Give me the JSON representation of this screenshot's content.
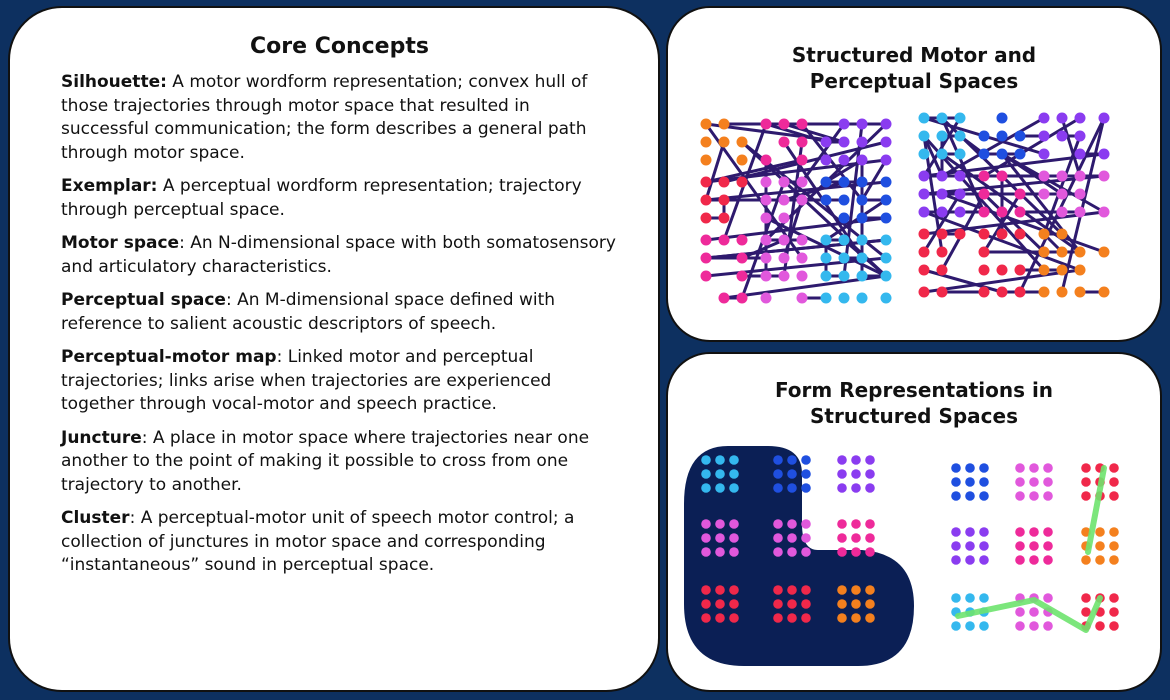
{
  "core_concepts": {
    "title": "Core Concepts",
    "items": [
      {
        "term": "Silhouette:",
        "text": " A motor wordform representation; convex hull of those trajectories through motor space that resulted in successful communication; the form describes a general path through motor space."
      },
      {
        "term": "Exemplar:",
        "text": " A perceptual wordform representation; trajectory through perceptual space."
      },
      {
        "term": "Motor space",
        "text": ": An N-dimensional space with both somatosensory and articulatory characteristics."
      },
      {
        "term": "Perceptual space",
        "text": ": An M-dimensional space defined with reference to salient acoustic descriptors of speech."
      },
      {
        "term": "Perceptual-motor map",
        "text": ": Linked motor and perceptual trajectories; links arise when trajectories are experienced together through vocal-motor and speech practice."
      },
      {
        "term": "Juncture",
        "text": ": A place in motor space where trajectories near one another to the point of making it possible to cross from one trajectory to another."
      },
      {
        "term": "Cluster",
        "text": ": A perceptual-motor unit of speech motor control; a collection of junctures in motor space and corresponding “instantaneous” sound in perceptual space."
      }
    ]
  },
  "motor_panel": {
    "title_line1": "Structured Motor and",
    "title_line2": "Perceptual Spaces"
  },
  "form_panel": {
    "title_line1": "Form Representations in",
    "title_line2": "Structured Spaces"
  },
  "colors": {
    "background": "#0d3060",
    "navy": "#0b1f55",
    "link": "#2e1a6e",
    "highlight": "#6ee36e",
    "blue": "#1f4fe0",
    "sky": "#34b8ee",
    "purple": "#8a3cf0",
    "magenta": "#ee2a9a",
    "pink": "#e158dc",
    "red": "#f0284a",
    "orange": "#f4801e"
  }
}
